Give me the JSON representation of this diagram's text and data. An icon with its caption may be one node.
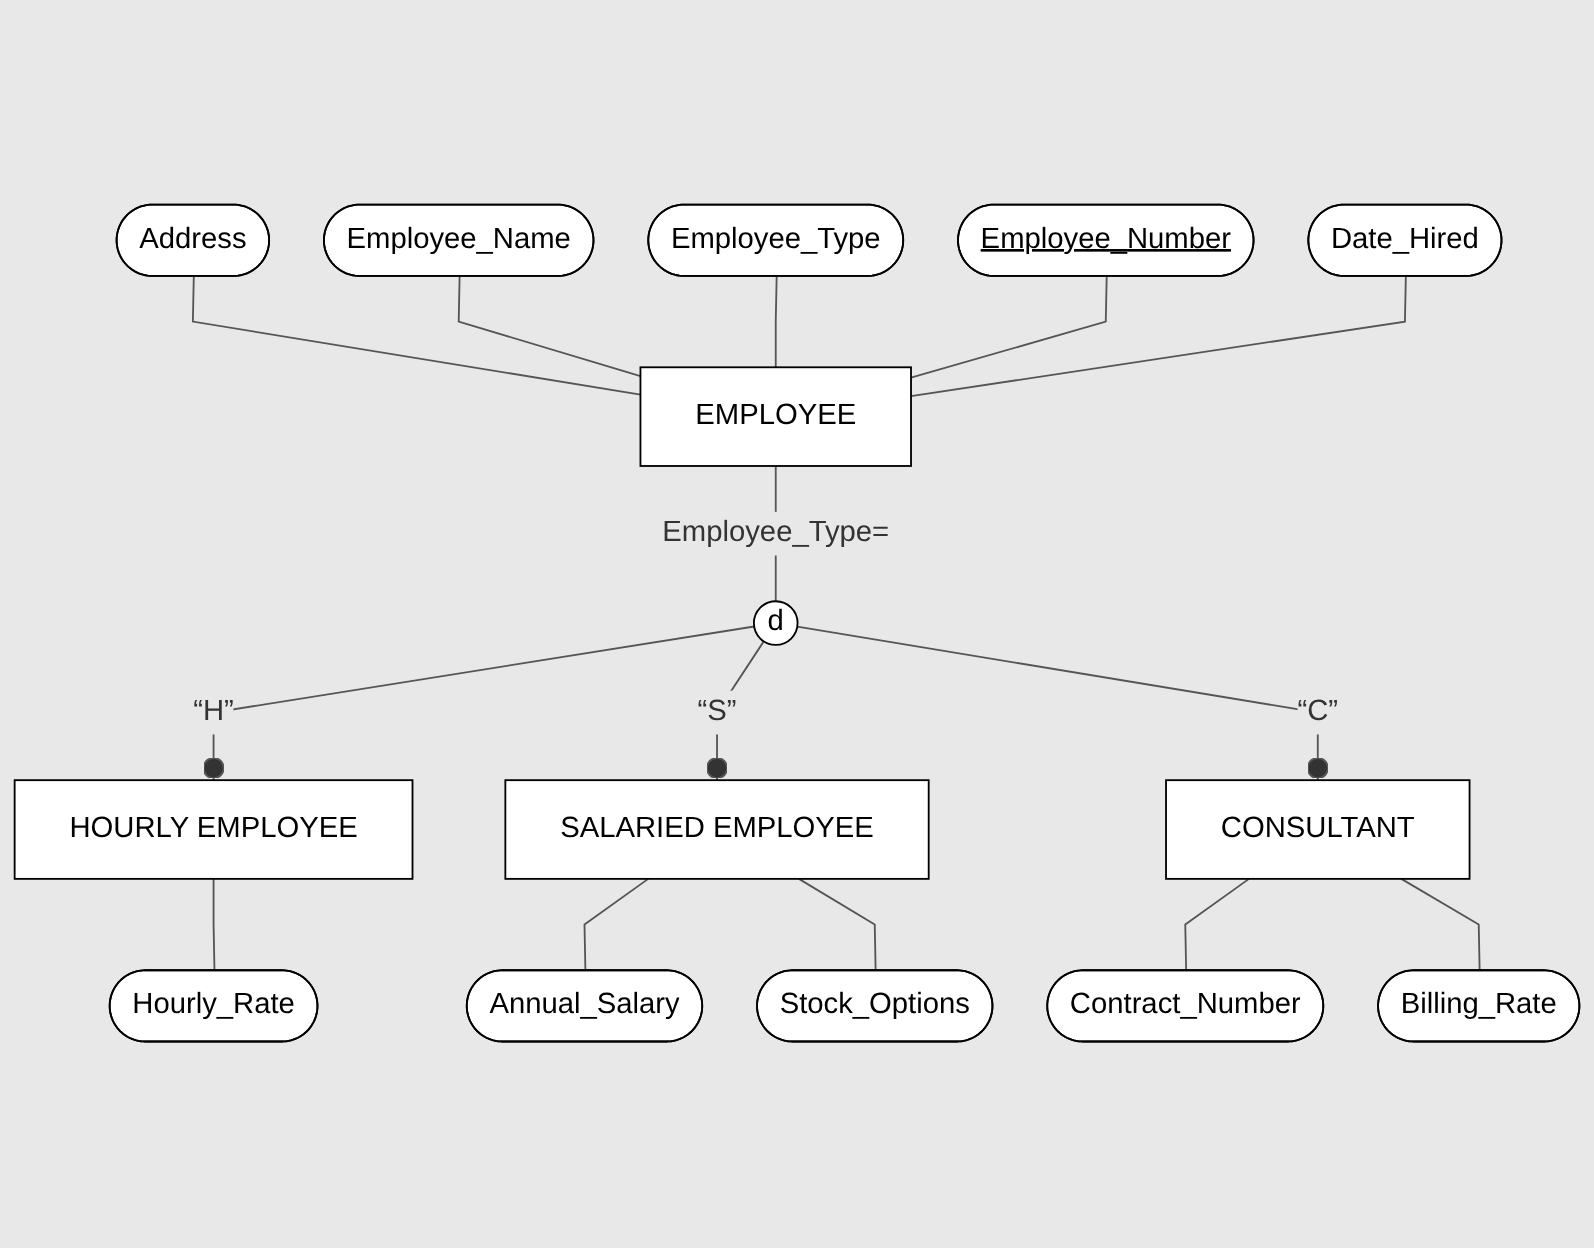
{
  "diagram": {
    "nodes": [
      {
        "text": [
          "Address"
        ]
      },
      {
        "text": [
          "Employee_Name"
        ]
      },
      {
        "text": [
          "Employee_Type"
        ]
      },
      {
        "text": [
          "Employee_Number"
        ]
      },
      {
        "text": [
          "EMPLOYEE"
        ]
      },
      {
        "text": [
          "Date_Hired"
        ]
      },
      {
        "text": [
          "d"
        ]
      },
      {
        "text": [
          "HOURLY EMPLOYEE"
        ]
      },
      {
        "text": [
          "SALARIED EMPLOYEE"
        ]
      },
      {
        "text": [
          "CONSULTANT"
        ]
      },
      {
        "text": [
          "Hourly_Rate"
        ]
      },
      {
        "text": [
          "Annual_Salary"
        ]
      },
      {
        "text": [
          "Stock_Options"
        ]
      },
      {
        "text": [
          "Contract_Number"
        ]
      },
      {
        "text": [
          "Billing_Rate"
        ]
      }
    ],
    "edges": [
      {
        "from": 0,
        "to": 4,
        "arrow": "none"
      },
      {
        "from": 1,
        "to": 4,
        "arrow": "none"
      },
      {
        "from": 2,
        "to": 4,
        "arrow": "none"
      },
      {
        "from": 3,
        "to": 4,
        "arrow": "none"
      },
      {
        "from": 4,
        "to": 5,
        "arrow": "none"
      },
      {
        "from": 4,
        "to": 6,
        "arrow": "none",
        "label": "Employee_Type="
      },
      {
        "from": 6,
        "to": 7,
        "arrow": "other",
        "label": "“H”"
      },
      {
        "from": 6,
        "to": 8,
        "arrow": "other",
        "label": "“S”"
      },
      {
        "from": 6,
        "to": 9,
        "arrow": "other",
        "label": "“C”"
      },
      {
        "from": 7,
        "to": 10,
        "arrow": "none"
      },
      {
        "from": 8,
        "to": 11,
        "arrow": "none"
      },
      {
        "from": 8,
        "to": 12,
        "arrow": "none"
      },
      {
        "from": 9,
        "to": 13,
        "arrow": "none"
      },
      {
        "from": 9,
        "to": 14,
        "arrow": "none"
      }
    ]
  }
}
